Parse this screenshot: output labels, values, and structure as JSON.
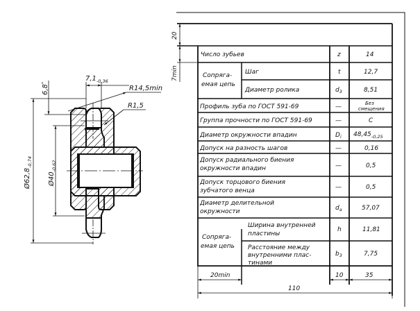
{
  "drawing": {
    "dimensions": {
      "tooth_width": "7,1",
      "tooth_width_tol": "-0,36",
      "tooth_height": "6,8",
      "tooth_height_mark": "*",
      "radius_large": "R14,5min",
      "radius_small": "R1,5",
      "outer_diameter": "Ø62,8",
      "outer_diameter_tol": "-0,74",
      "hub_diameter": "Ø40",
      "hub_diameter_tol": "-0,62"
    }
  },
  "table": {
    "frame_dims": {
      "header_height": "20",
      "row_height": "7min",
      "first_col_width": "20min",
      "symbol_col_width": "10",
      "value_col_width": "35",
      "total_width": "110"
    },
    "rows": [
      {
        "label": "Число зубьев",
        "symbol": "z",
        "value": "14"
      },
      {
        "group": "Сопряга-\nемая цепь",
        "label": "Шаг",
        "symbol": "t",
        "value": "12,7"
      },
      {
        "label": "Диаметр ролика",
        "symbol": "d",
        "symbol_sub": "3",
        "value": "8,51"
      },
      {
        "label": "Профиль зуба по ГОСТ 591-69",
        "symbol": "—",
        "value": "Без смещения",
        "value_line1": "Без",
        "value_line2": "смещения"
      },
      {
        "label": "Группа прочности по ГОСТ 591-69",
        "symbol": "—",
        "value": "C"
      },
      {
        "label": "Диаметр окружности впадин",
        "symbol": "D",
        "symbol_sub": "i",
        "value": "48,45",
        "value_tol": "-0,25"
      },
      {
        "label": "Допуск на разность шагов",
        "symbol": "—",
        "value": "0,16"
      },
      {
        "label_line1": "Допуск радиального биения",
        "label_line2": "окружности впадин",
        "symbol": "—",
        "value": "0,5"
      },
      {
        "label_line1": "Допуск торцового биения",
        "label_line2": "зубчатого венца",
        "symbol": "—",
        "value": "0,5"
      },
      {
        "label_line1": "Диаметр делительной",
        "label_line2": "окружности",
        "symbol": "d",
        "symbol_sub": "a",
        "value": "57,07"
      },
      {
        "group_line1": "Сопряга-",
        "group_line2": "емая цепь",
        "label_line1": "Ширина внутренней",
        "label_line2": "пластины",
        "symbol": "h",
        "value": "11,81"
      },
      {
        "label_line1": "Расстояние между",
        "label_line2": "внутренними плас-",
        "label_line3": "тинами",
        "symbol": "b",
        "symbol_sub": "3",
        "value": "7,75"
      }
    ],
    "group1_line1": "Сопряга-",
    "group1_line2": "емая цепь"
  }
}
